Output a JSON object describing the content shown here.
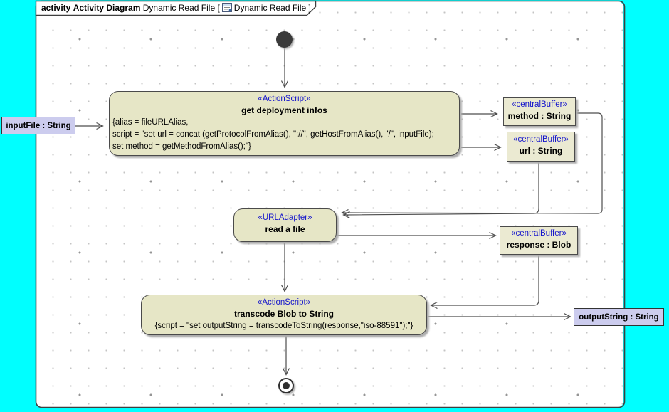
{
  "header": {
    "keyword": "activity",
    "diagram_type": "Activity Diagram",
    "context_pre": "Dynamic Read File [",
    "context_post": "Dynamic Read File ]"
  },
  "nodes": {
    "get_deployment": {
      "stereotype": "«ActionScript»",
      "name": "get deployment infos",
      "body_lines": [
        "{alias = fileURLAlias,",
        "script = \"set url = concat (getProtocolFromAlias(), \"://\", getHostFromAlias(), \"/\", inputFile);",
        "set method = getMethodFromAlias();\"}"
      ]
    },
    "read_file": {
      "stereotype": "«URLAdapter»",
      "name": "read a file"
    },
    "transcode": {
      "stereotype": "«ActionScript»",
      "name": "transcode Blob to String",
      "body_lines": [
        "{script = \"set outputString = transcodeToString(response,\"iso-88591\");\"}"
      ]
    },
    "buffer_method": {
      "stereotype": "«centralBuffer»",
      "name": "method : String"
    },
    "buffer_url": {
      "stereotype": "«centralBuffer»",
      "name": "url : String"
    },
    "buffer_response": {
      "stereotype": "«centralBuffer»",
      "name": "response : Blob"
    },
    "input_object": {
      "label": "inputFile : String"
    },
    "output_object": {
      "label": "outputString : String"
    }
  },
  "colors": {
    "canvas_outside": "#00ffff",
    "node_fill": "#e6e6c6",
    "buffer_fill": "#ebead2",
    "object_node_fill": "#ccccee",
    "stereotype_text": "#1414cc",
    "edge": "#4d4d4d"
  }
}
